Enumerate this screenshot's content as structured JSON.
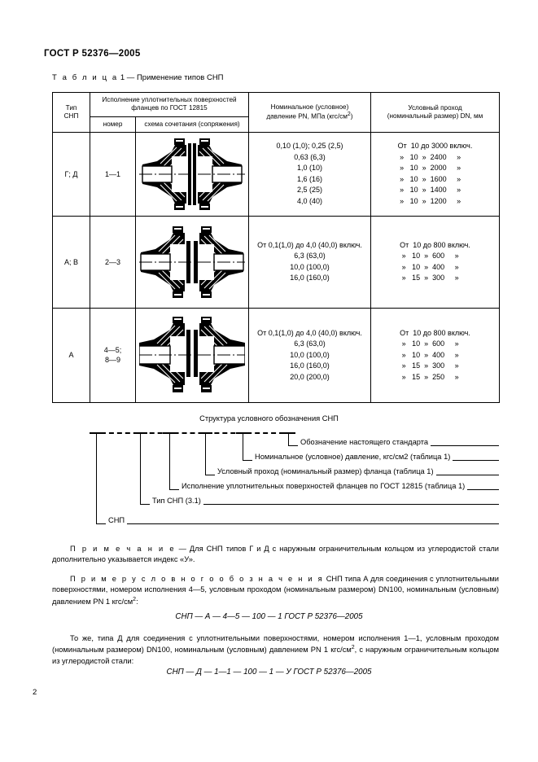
{
  "document": {
    "standard_number": "ГОСТ Р 52376—2005",
    "page_number": "2"
  },
  "table": {
    "caption_prefix": "Т а б л и ц а",
    "caption_rest": " 1 — Применение типов СНП",
    "headers": {
      "type": "Тип\nСНП",
      "type_line1": "Тип",
      "type_line2": "СНП",
      "execution_group": "Исполнение уплотнительных поверхностей\nфланцев по ГОСТ 12815",
      "execution_group_l1": "Исполнение уплотнительных поверхностей",
      "execution_group_l2": "фланцев по ГОСТ 12815",
      "number": "номер",
      "scheme": "схема сочетания (сопряжения)",
      "pressure_l1": "Номинальное (условное)",
      "pressure_l2a": "давление PN, МПа (кгс/см",
      "pressure_l2sup": "2",
      "pressure_l2b": ")",
      "dn_l1": "Условный проход",
      "dn_l2": "(номинальный размер) DN, мм"
    },
    "rows": [
      {
        "type": "Г; Д",
        "number": "1—1",
        "scheme_icon": "flange-section-diagram-1",
        "pressure": [
          "0,10 (1,0); 0,25 (2,5)",
          "0,63 (6,3)",
          "1,0 (10)",
          "1,6 (16)",
          "2,5 (25)",
          "4,0 (40)"
        ],
        "dn": [
          "От  10 до 3000 включ.",
          " »   10  »  2400     »",
          " »   10  »  2000     »",
          " »   10  »  1600     »",
          " »   10  »  1400     »",
          " »   10  »  1200     »"
        ]
      },
      {
        "type": "А; В",
        "number": "2—3",
        "scheme_icon": "flange-section-diagram-2",
        "pressure": [
          "От 0,1(1,0) до 4,0 (40,0) включ.",
          "6,3 (63,0)",
          "10,0 (100,0)",
          "16,0 (160,0)"
        ],
        "dn": [
          "От  10 до 800 включ.",
          " »   10  »  600     »",
          " »   10  »  400     »",
          " »   15  »  300     »"
        ]
      },
      {
        "type": "А",
        "number": "4—5;\n8—9",
        "number_l1": "4—5;",
        "number_l2": "8—9",
        "scheme_icon": "flange-section-diagram-3",
        "pressure": [
          "От 0,1(1,0) до 4,0 (40,0) включ.",
          "6,3 (63,0)",
          "10,0 (100,0)",
          "16,0 (160,0)",
          "20,0 (200,0)"
        ],
        "dn": [
          "От  10 до 800 включ.",
          " »   10  »  600     »",
          " »   10  »  400     »",
          " »   15  »  300     »",
          " »   15  »  250     »"
        ]
      }
    ]
  },
  "structure": {
    "title": "Структура условного обозначения СНП",
    "labels": [
      "Обозначение настоящего стандарта",
      "Номинальное (условное) давление, кгс/см2 (таблица 1)",
      "Условный проход (номинальный размер) фланца (таблица 1)",
      "Исполнение уплотнительных поверхностей фланцев по ГОСТ 12815 (таблица 1)",
      "Тип СНП (3.1)",
      "СНП"
    ]
  },
  "notes": {
    "note_lead": "П р и м е ч а н и е",
    "note_text": " — Для СНП типов Г и Д с наружным ограничительным кольцом из углеродистой стали дополнительно указывается индекс «У».",
    "example1_lead": "П р и м е р   у с л о в н о г о   о б о з н а ч е н и я",
    "example1_text_a": "  СНП типа А для соединения с уплотнительными поверхностями, номером исполнения 4—5, условным проходом (номинальным размером) DN100, номинальным (условным) давлением PN 1 кгс/см",
    "example1_sup": "2",
    "example1_text_b": ":",
    "designation1": "СНП — А — 4—5 — 100 — 1 ГОСТ Р 52376—2005",
    "example2_a": "То же, типа Д для соединения с уплотнительными поверхностями, номером исполнения 1—1, условным проходом (номинальным размером) DN100, номинальным (условным) давлением PN 1 кгс/см",
    "example2_sup": "2",
    "example2_b": ", с наружным ограничительным кольцом из углеродистой стали:",
    "designation2": "СНП — Д — 1—1 — 100 — 1 — У ГОСТ Р 52376—2005"
  }
}
